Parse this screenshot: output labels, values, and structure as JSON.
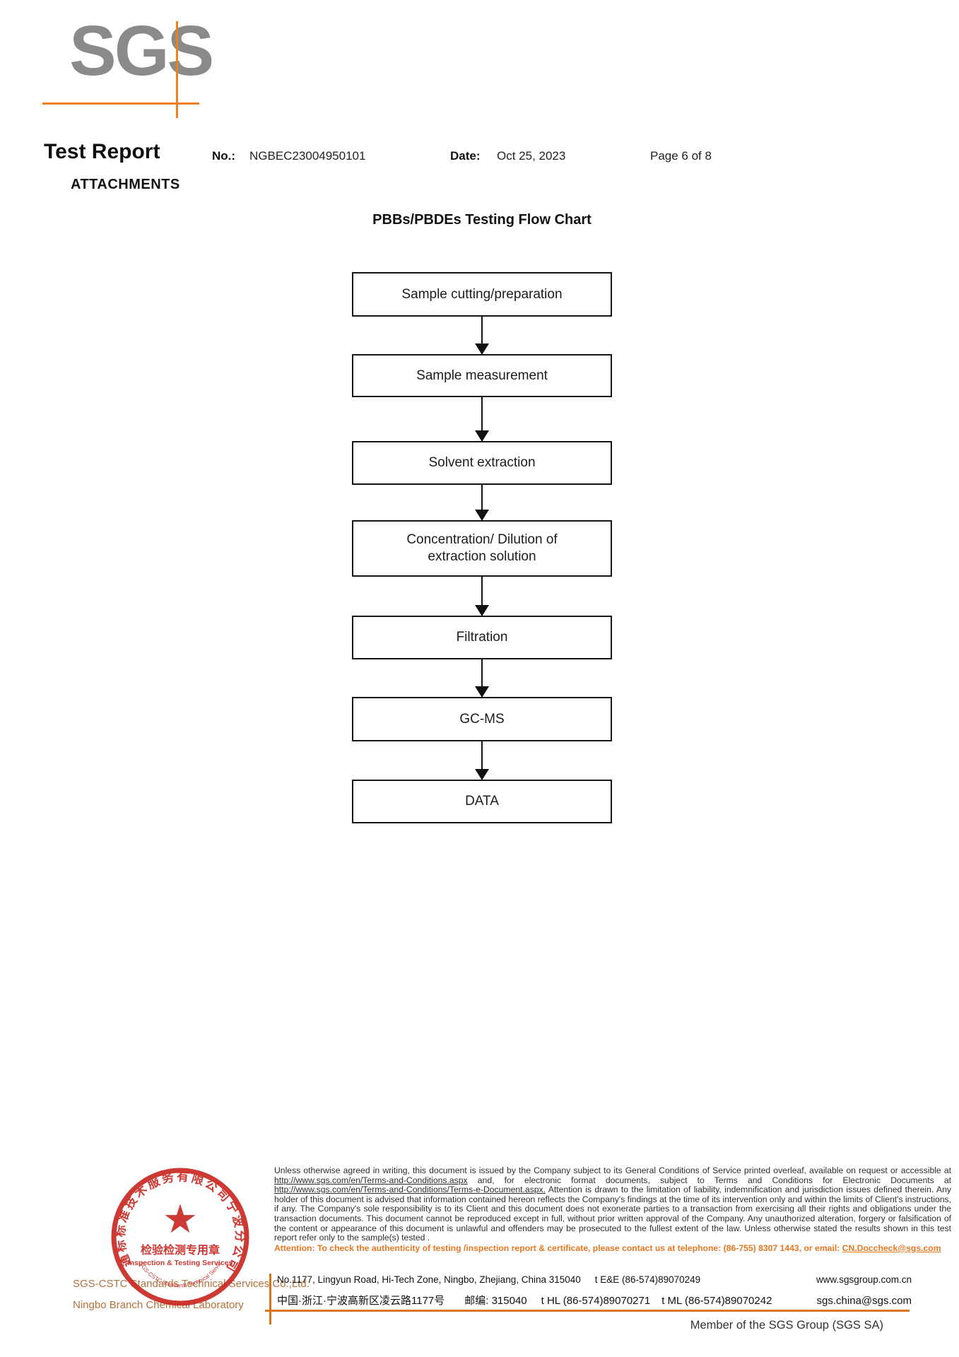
{
  "header": {
    "logo_text": "SGS",
    "title": "Test Report",
    "attachments_label": "ATTACHMENTS",
    "no_label": "No.:",
    "no_value": "NGBEC23004950101",
    "date_label": "Date:",
    "date_value": "Oct 25, 2023",
    "page_info": "Page 6 of 8"
  },
  "flowchart": {
    "title": "PBBs/PBDEs Testing Flow Chart",
    "steps": [
      "Sample cutting/preparation",
      "Sample measurement",
      "Solvent extraction",
      "Concentration/ Dilution of\nextraction solution",
      "Filtration",
      "GC-MS",
      "DATA"
    ]
  },
  "stamp": {
    "ring_text": "通标标准技术服务有限公司宁波分公司",
    "star_icon": "★",
    "center_cn": "检验检测专用章",
    "center_en": "Inspection & Testing Services",
    "inner_arc_text": "SGS-CSTC Standards Technical Services Co.,Ltd. Ningbo Branch"
  },
  "footer": {
    "company_line1": "SGS-CSTC Standards Technical Services Co.,Ltd.",
    "company_line2": "Ningbo Branch Chemical Laboratory",
    "disclaimer_segments": [
      {
        "t": "Unless otherwise agreed in writing, this document is issued by the Company subject to its General Conditions of Service printed overleaf, available on request or accessible at "
      },
      {
        "t": "http://www.sgs.com/en/Terms-and-Conditions.aspx",
        "u": true
      },
      {
        "t": " and, for electronic format documents, subject to Terms and Conditions for Electronic Documents at "
      },
      {
        "t": "http://www.sgs.com/en/Terms-and-Conditions/Terms-e-Document.aspx.",
        "u": true
      },
      {
        "t": " Attention is drawn to the limitation of liability, indemnification and jurisdiction issues defined therein. Any holder of this document is advised that information contained hereon reflects the Company's findings at the time of its intervention only and within the limits of Client's instructions, if any. The Company's sole responsibility is to its Client and this document does not exonerate parties to a transaction from exercising all their rights and obligations under the transaction documents. This document cannot be reproduced except in full, without prior written approval of the Company. Any unauthorized alteration, forgery or falsification of the content or appearance of this document is unlawful and offenders may be prosecuted to the fullest extent of the law. Unless otherwise stated the results shown in this test report refer only to the sample(s) tested ."
      }
    ],
    "attention_segments": [
      {
        "t": "Attention: To check the authenticity of testing /inspection report & certificate, please contact us at telephone: (86-755) 8307 1443, or email: "
      },
      {
        "t": "CN.Doccheck@sgs.com",
        "u": true
      }
    ],
    "address": {
      "line1_street": "No.1177, Lingyun Road, Hi-Tech Zone, Ningbo, Zhejiang, China 315040",
      "line1_tel": "t E&E (86-574)89070249",
      "line1_web": "www.sgsgroup.com.cn",
      "line2_street_cn": "中国·浙江·宁波高新区凌云路1177号",
      "line2_zip": "邮编: 315040",
      "line2_thl": "t HL  (86-574)89070271",
      "line2_tml": "t ML (86-574)89070242",
      "line2_email": "sgs.china@sgs.com"
    },
    "member_text": "Member of the SGS Group (SGS SA)"
  },
  "colors": {
    "accent_orange": "#ee8022",
    "logo_gray": "#8a8a8a",
    "stamp_red": "#c8241e",
    "company_brown": "#b5713a"
  }
}
